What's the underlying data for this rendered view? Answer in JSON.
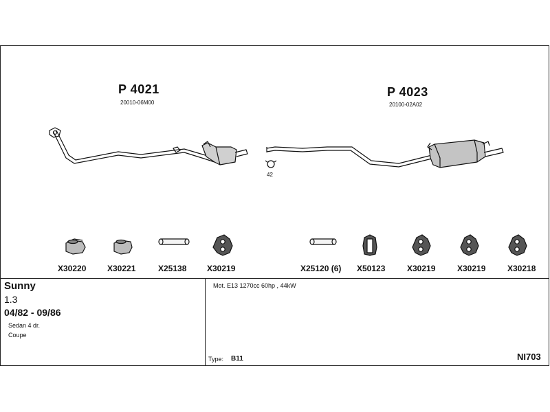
{
  "parts": {
    "front": {
      "title": "P 4021",
      "code": "20010-06M00"
    },
    "rear": {
      "title": "P 4023",
      "code": "20100-02A02"
    }
  },
  "clamp_label": "42",
  "components": [
    {
      "label": "X30220",
      "icon": "rubber-mount-icon"
    },
    {
      "label": "X30221",
      "icon": "rubber-mount-icon"
    },
    {
      "label": "X25138",
      "icon": "pipe-sleeve-icon"
    },
    {
      "label": "X30219",
      "icon": "rubber-hanger-icon"
    },
    {
      "label": "X25120 (6)",
      "icon": "pipe-sleeve-icon"
    },
    {
      "label": "X50123",
      "icon": "rubber-ring-icon"
    },
    {
      "label": "X30219",
      "icon": "rubber-hanger-icon"
    },
    {
      "label": "X30219",
      "icon": "rubber-hanger-icon"
    },
    {
      "label": "X30218",
      "icon": "rubber-hanger-icon"
    }
  ],
  "vehicle": {
    "model": "Sunny",
    "engine_size": "1.3",
    "period": "04/82 - 09/86",
    "body_types": [
      "Sedan 4 dr.",
      "Coupe"
    ]
  },
  "motor": "Mot. E13 1270cc 60hp , 44kW",
  "type": {
    "label": "Type:",
    "value": "B11"
  },
  "system_code": "NI703"
}
